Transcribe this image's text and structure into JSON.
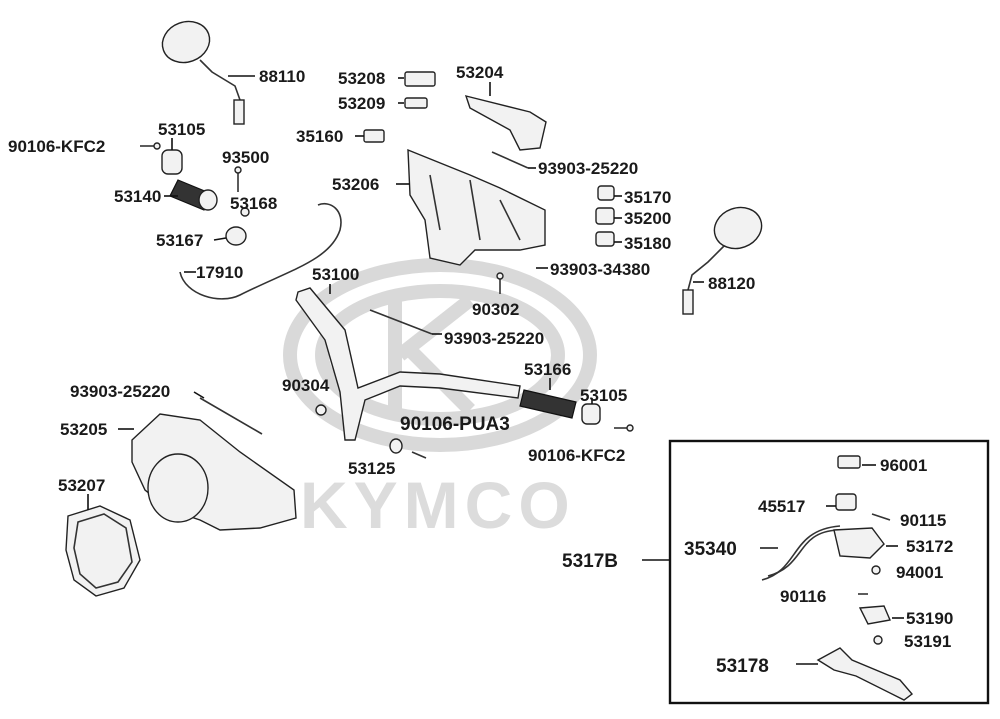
{
  "watermark": {
    "brand": "KYMCO"
  },
  "labels": {
    "p88110": "88110",
    "p53208": "53208",
    "p53204": "53204",
    "p53209": "53209",
    "p90106kfc2_top": "90106-KFC2",
    "p53105_top": "53105",
    "p35160": "35160",
    "p93500": "93500",
    "p93903_25220_a": "93903-25220",
    "p53206": "53206",
    "p53140": "53140",
    "p35170": "35170",
    "p53168": "53168",
    "p35200": "35200",
    "p53167": "53167",
    "p35180": "35180",
    "p17910": "17910",
    "p53100": "53100",
    "p93903_34380": "93903-34380",
    "p88120": "88120",
    "p90302": "90302",
    "p93903_25220_b": "93903-25220",
    "p53166": "53166",
    "p93903_25220_c": "93903-25220",
    "p90304": "90304",
    "p53105_bot": "53105",
    "p53205": "53205",
    "p90106pua3": "90106-PUA3",
    "p90106kfc2_bot": "90106-KFC2",
    "p53125": "53125",
    "p53207": "53207",
    "p96001": "96001",
    "p45517": "45517",
    "p90115": "90115",
    "p5317b": "5317B",
    "p35340": "35340",
    "p53172": "53172",
    "p94001": "94001",
    "p90116": "90116",
    "p53190": "53190",
    "p53191": "53191",
    "p53178": "53178"
  }
}
